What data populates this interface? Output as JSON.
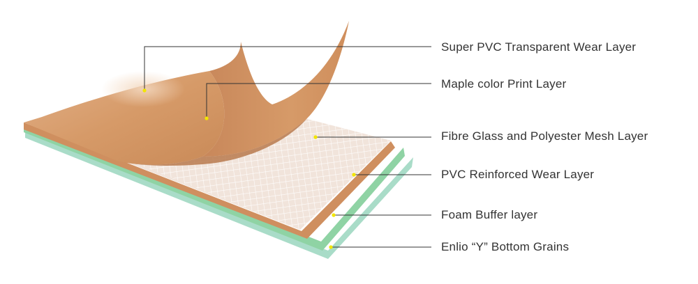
{
  "layers": [
    {
      "id": "wear",
      "label": "Super PVC Transparent Wear Layer"
    },
    {
      "id": "print",
      "label": "Maple color Print Layer"
    },
    {
      "id": "mesh",
      "label": "Fibre Glass and Polyester Mesh Layer"
    },
    {
      "id": "pvc",
      "label": "PVC Reinforced Wear Layer"
    },
    {
      "id": "foam",
      "label": "Foam Buffer layer"
    },
    {
      "id": "bottom",
      "label": "Enlio “Y” Bottom Grains"
    }
  ],
  "colors": {
    "wood": "#d69a68",
    "wood_light": "#e9c3a0",
    "peel_face": "#cf8e5c",
    "mesh_bg": "#f3e7df",
    "grid": "#ffffff",
    "pvc_layer": "#cf8f5f",
    "foam": "#8fd3a4",
    "bottom": "#a9dcc8",
    "leader_line": "#333333",
    "dot": "#f2e600"
  }
}
